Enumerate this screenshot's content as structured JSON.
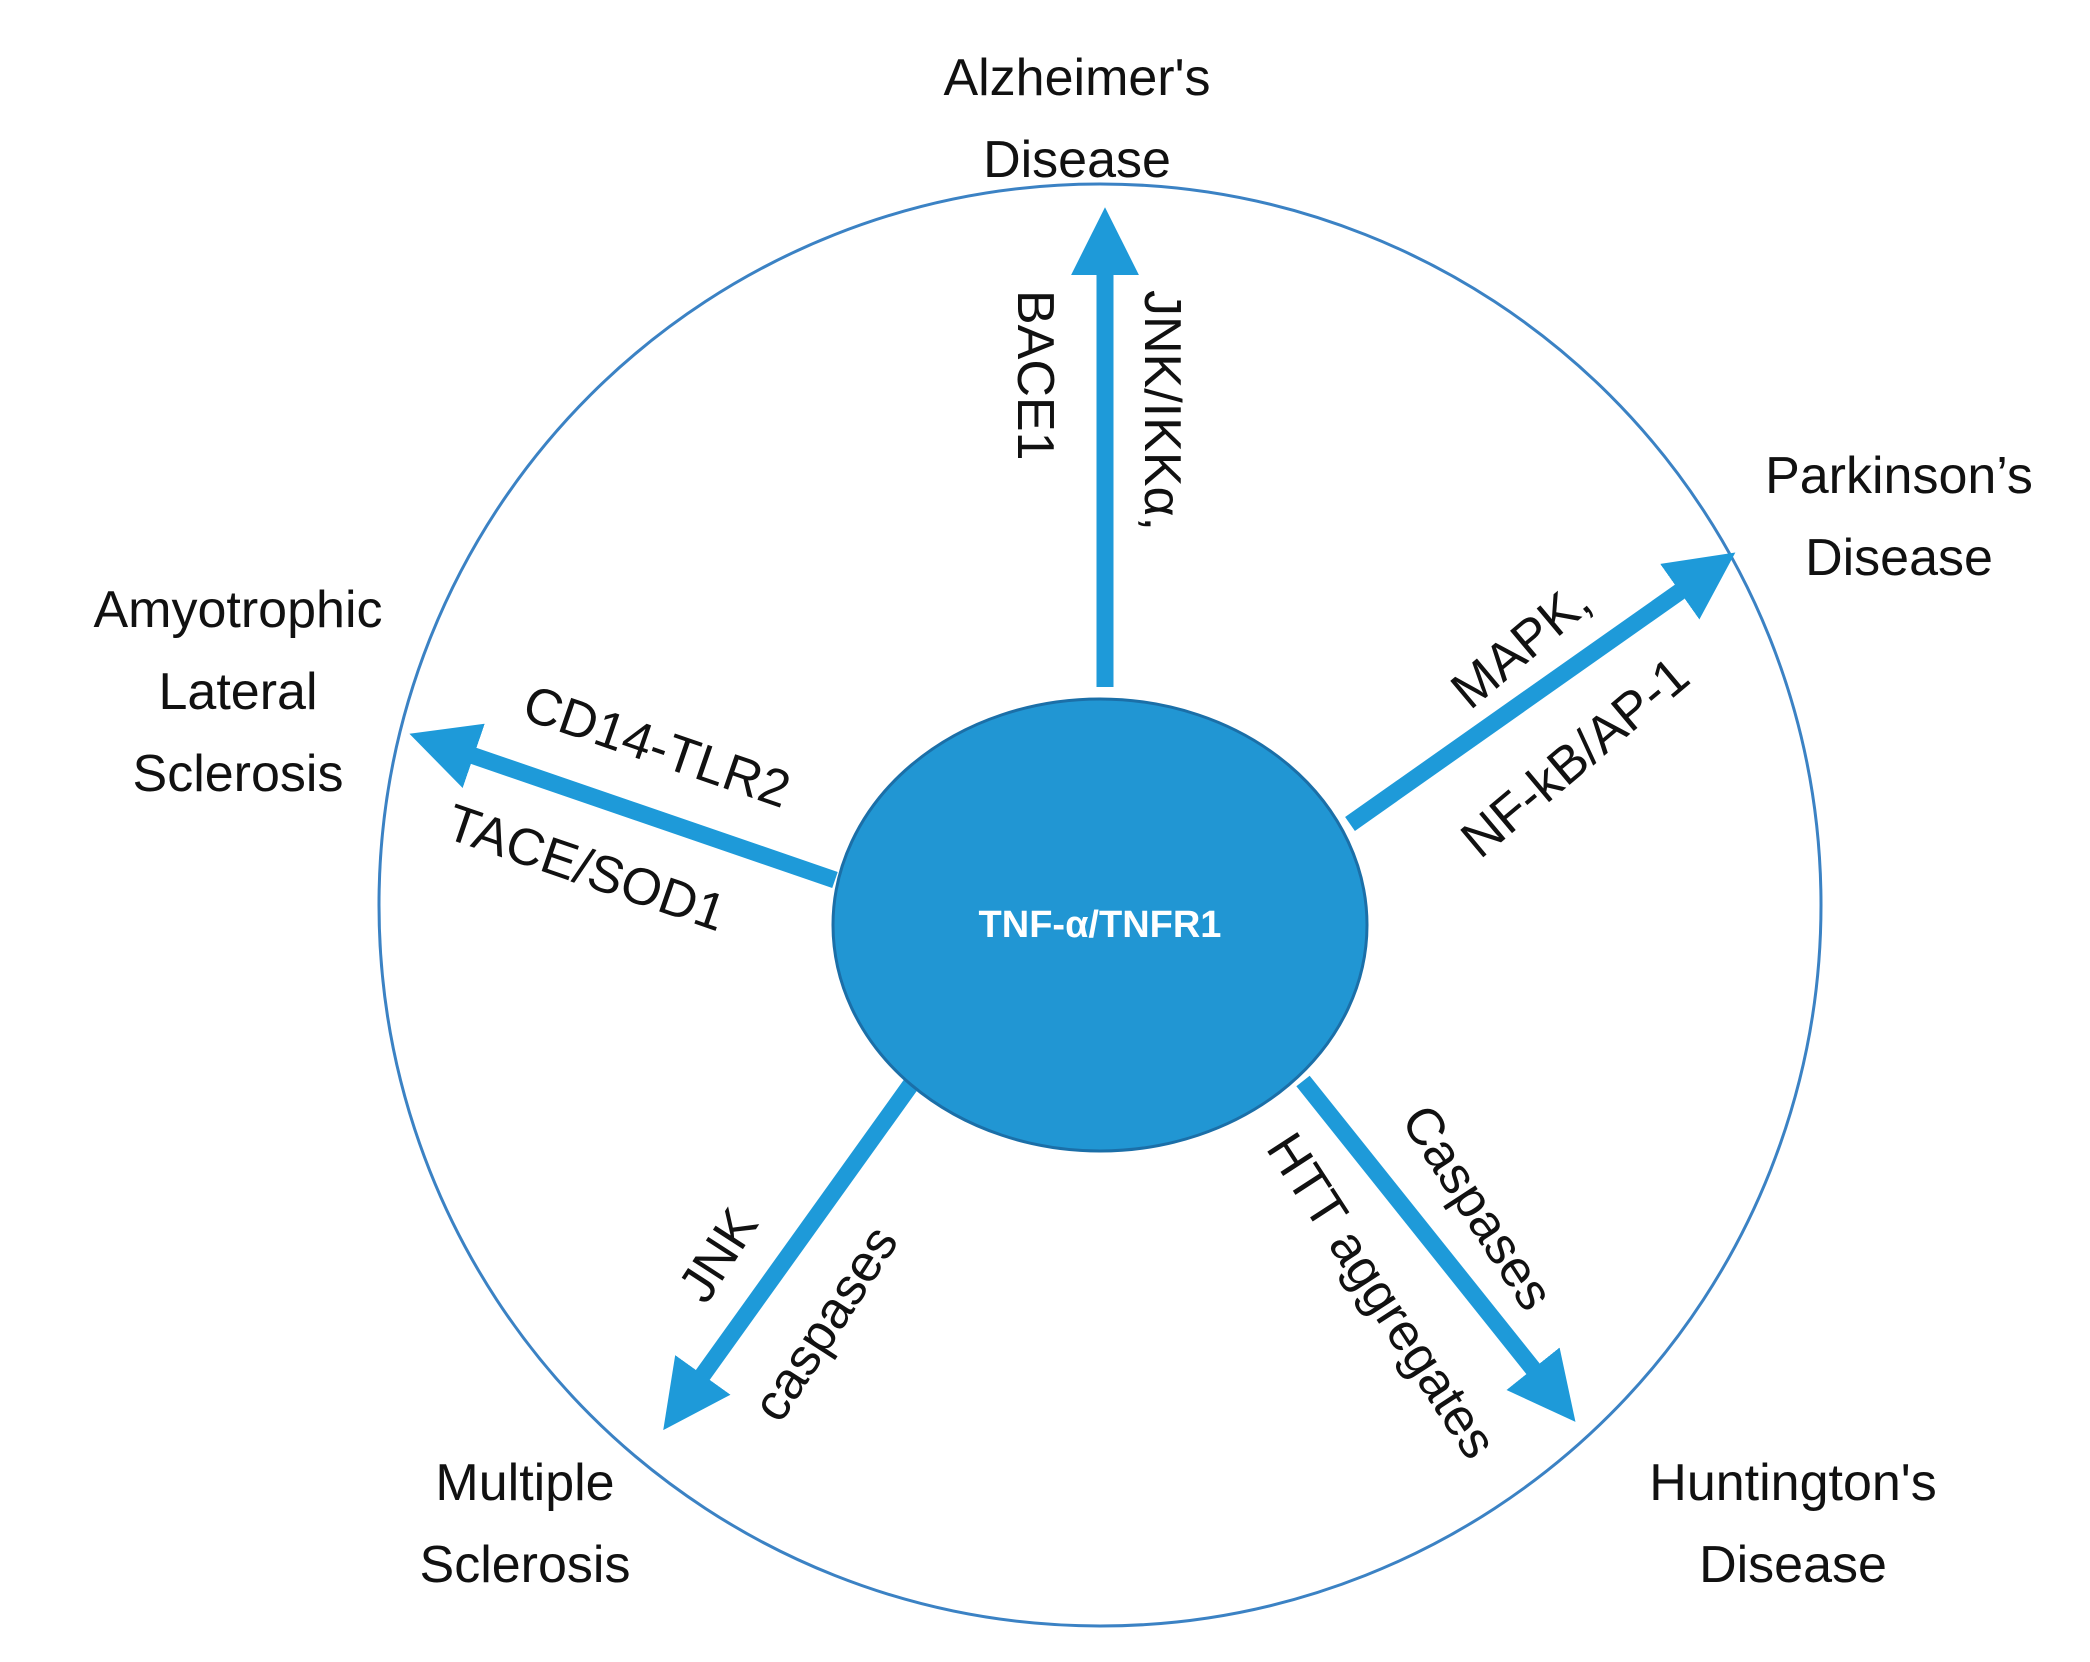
{
  "center": {
    "label": "TNF-α/TNFR1",
    "fill_color": "#2196d3"
  },
  "colors": {
    "arrow": "#1e9ad9",
    "outer_circle": "#3b82c4",
    "text": "#111111"
  },
  "diseases": {
    "alzheimers": [
      "Alzheimer's",
      "Disease"
    ],
    "parkinsons": [
      "Parkinson’s",
      "Disease"
    ],
    "als": [
      "Amyotrophic",
      "Lateral",
      "Sclerosis"
    ],
    "ms": [
      "Multiple",
      "Sclerosis"
    ],
    "huntingtons": [
      "Huntington's",
      "Disease"
    ]
  },
  "pathways": {
    "alzheimers": [
      "JNK/IKKα,",
      "BACE1"
    ],
    "parkinsons": [
      "MAPK,",
      "NF-kB/AP-1"
    ],
    "als": [
      "CD14-TLR2",
      "TACE/SOD1"
    ],
    "ms": [
      "JNK",
      "caspases"
    ],
    "huntingtons": [
      "Caspases",
      "HTT aggregates"
    ]
  }
}
